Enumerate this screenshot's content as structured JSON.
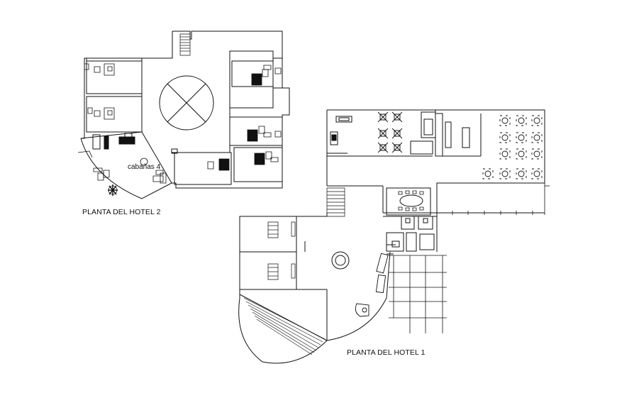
{
  "labels": {
    "hotel2_title": "PLANTA DEL HOTEL 2",
    "hotel1_title": "PLANTA DEL HOTEL 1",
    "hotel2_room": "cabañas 4"
  },
  "colors": {
    "line": "#111111",
    "fill_dark": "#111111",
    "background": "#ffffff"
  }
}
